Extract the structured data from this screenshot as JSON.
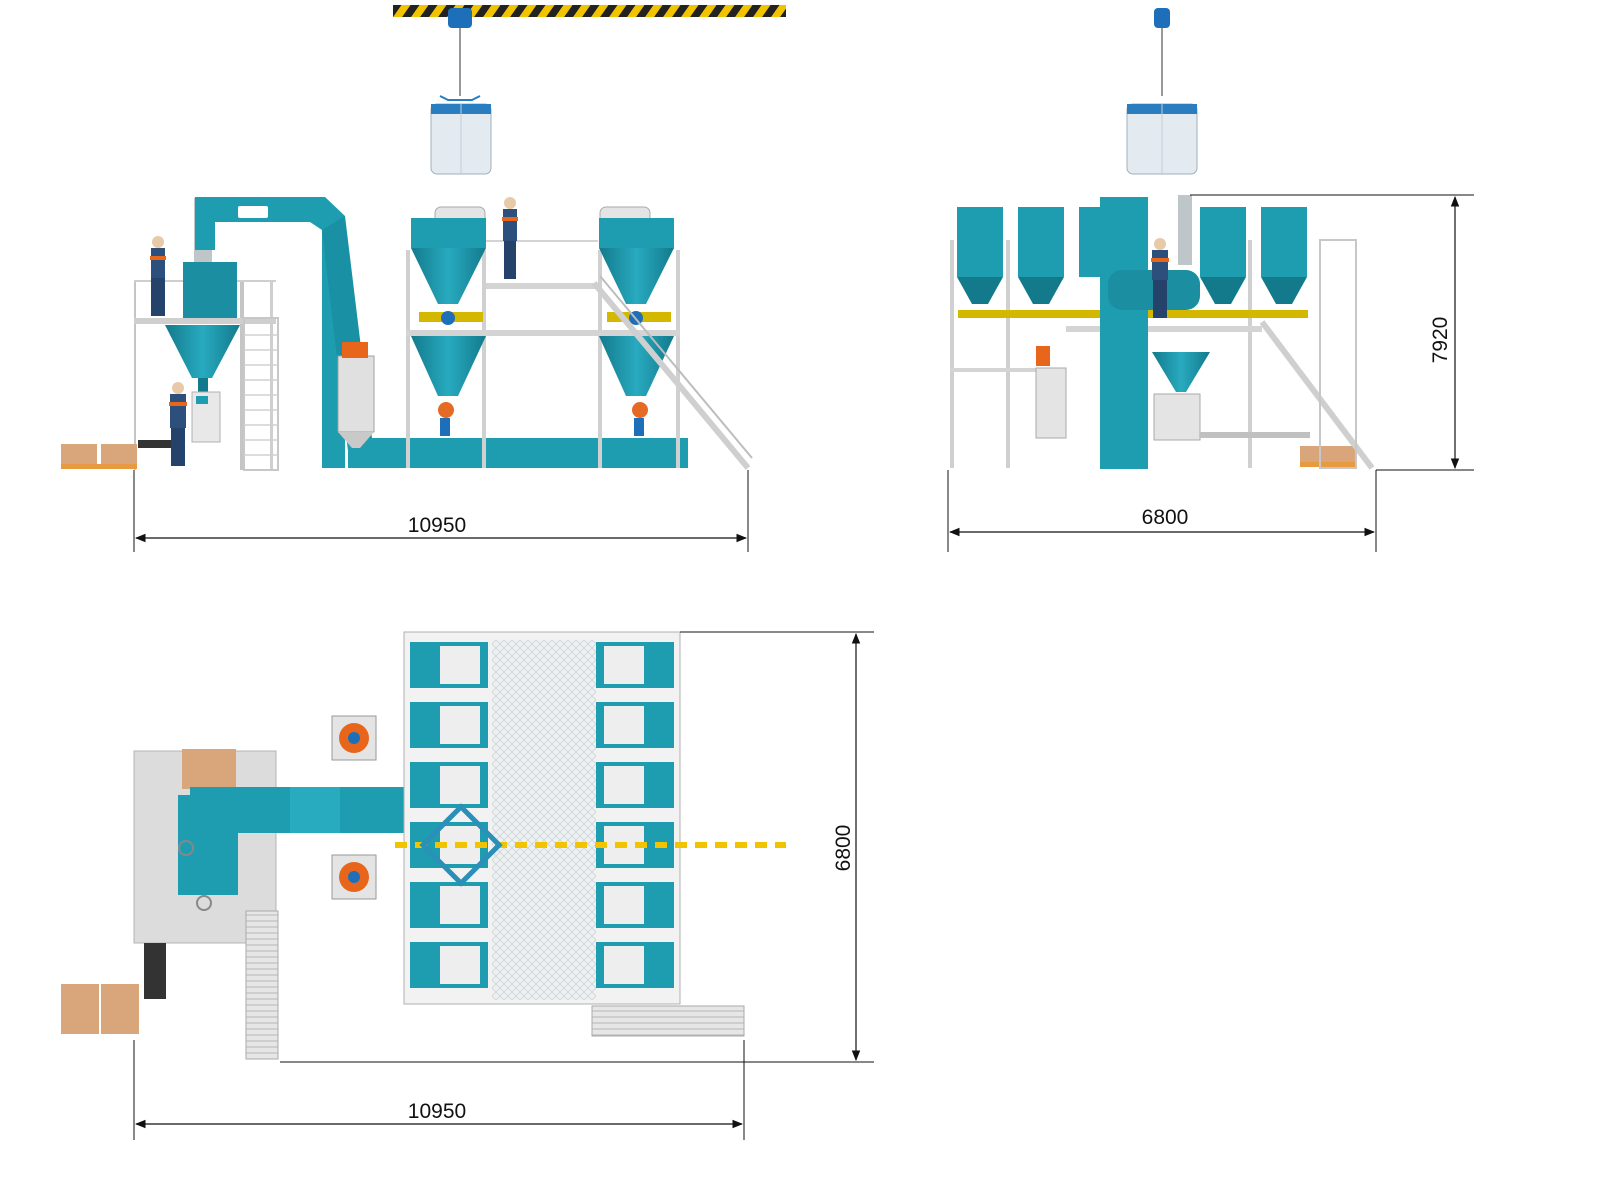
{
  "dimensions": {
    "front_width": "10950",
    "side_width": "6800",
    "side_height": "7920",
    "plan_depth": "6800",
    "plan_width": "10950"
  },
  "colors": {
    "teal": "#1e9cb0",
    "teal_dark": "#137a8c",
    "frame": "#d8d8d8",
    "frame_dark": "#a8a8a8",
    "crane_yellow": "#f2c400",
    "crane_black": "#222222",
    "hopper_bag": "#dfe8ee",
    "pallet": "#d9a57a",
    "orange": "#e8661c",
    "worker_blue": "#2c4f7c",
    "valve_orange": "#e56a24",
    "plan_floor": "#dcdcdc"
  }
}
